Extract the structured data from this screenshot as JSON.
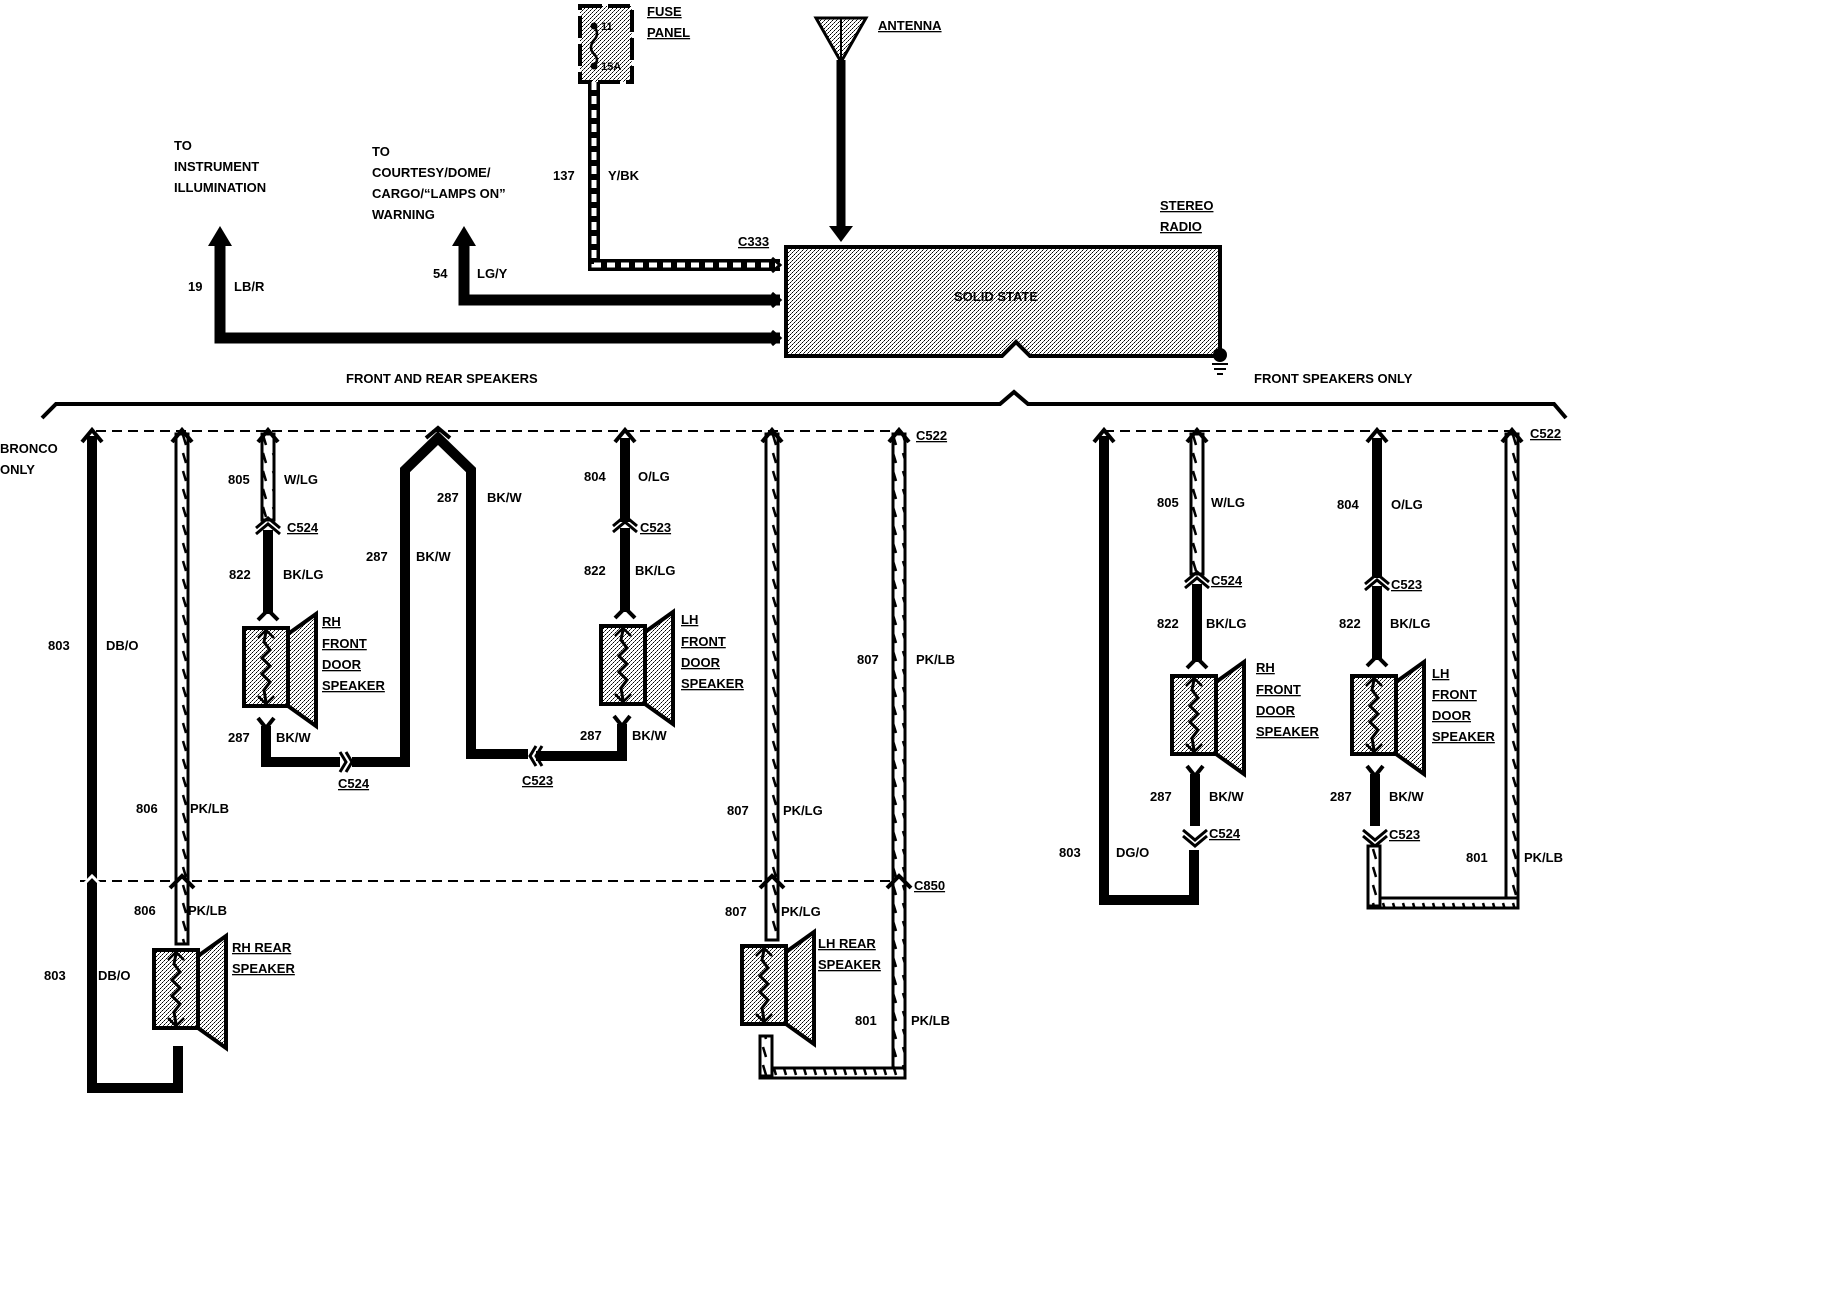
{
  "diagram": {
    "title": "Stereo Radio Wiring Diagram",
    "fuse_panel": {
      "label_line1": "FUSE",
      "label_line2": "PANEL",
      "fuse_number": "11",
      "fuse_rating": "15A"
    },
    "antenna": {
      "label": "ANTENNA"
    },
    "radio": {
      "label_line1": "STEREO",
      "label_line2": "RADIO",
      "inner_label": "SOLID STATE",
      "connector": "C333"
    },
    "destinations": {
      "instrument": {
        "line1": "TO",
        "line2": "INSTRUMENT",
        "line3": "ILLUMINATION"
      },
      "courtesy": {
        "line1": "TO",
        "line2": "COURTESY/DOME/",
        "line3": "CARGO/“LAMPS ON”",
        "line4": "WARNING"
      }
    },
    "top_wires": [
      {
        "circuit": "137",
        "color": "Y/BK"
      },
      {
        "circuit": "54",
        "color": "LG/Y"
      },
      {
        "circuit": "19",
        "color": "LB/R"
      }
    ],
    "sections": {
      "front_rear": "FRONT AND REAR SPEAKERS",
      "front_only": "FRONT SPEAKERS ONLY",
      "bronco_line1": "BRONCO",
      "bronco_line2": "ONLY"
    },
    "front_rear_wires": {
      "w803a": {
        "circuit": "803",
        "color": "DB/O"
      },
      "w806a": {
        "circuit": "806",
        "color": "PK/LB"
      },
      "w805": {
        "circuit": "805",
        "color": "W/LG"
      },
      "w822rh": {
        "circuit": "822",
        "color": "BK/LG"
      },
      "w287rh": {
        "circuit": "287",
        "color": "BK/W"
      },
      "w287up": {
        "circuit": "287",
        "color": "BK/W"
      },
      "w287dn": {
        "circuit": "287",
        "color": "BK/W"
      },
      "w804": {
        "circuit": "804",
        "color": "O/LG"
      },
      "w822lh": {
        "circuit": "822",
        "color": "BK/LG"
      },
      "w287lh": {
        "circuit": "287",
        "color": "BK/W"
      },
      "w807a": {
        "circuit": "807",
        "color": "PK/LG"
      },
      "w807lb": {
        "circuit": "807",
        "color": "PK/LB"
      },
      "w803b": {
        "circuit": "803",
        "color": "DB/O"
      },
      "w806b": {
        "circuit": "806",
        "color": "PK/LB"
      },
      "w807b": {
        "circuit": "807",
        "color": "PK/LG"
      },
      "w801": {
        "circuit": "801",
        "color": "PK/LB"
      }
    },
    "front_only_wires": {
      "w805": {
        "circuit": "805",
        "color": "W/LG"
      },
      "w822rh": {
        "circuit": "822",
        "color": "BK/LG"
      },
      "w287rh": {
        "circuit": "287",
        "color": "BK/W"
      },
      "w804": {
        "circuit": "804",
        "color": "O/LG"
      },
      "w822lh": {
        "circuit": "822",
        "color": "BK/LG"
      },
      "w287lh": {
        "circuit": "287",
        "color": "BK/W"
      },
      "w803": {
        "circuit": "803",
        "color": "DG/O"
      },
      "w801": {
        "circuit": "801",
        "color": "PK/LB"
      },
      "pklb_label": "PK/LB"
    },
    "connectors": {
      "c522": "C522",
      "c524": "C524",
      "c523": "C523",
      "c850": "C850"
    },
    "speakers": {
      "rh_front": {
        "line1": "RH",
        "line2": "FRONT",
        "line3": "DOOR",
        "line4": "SPEAKER"
      },
      "lh_front": {
        "line1": "LH",
        "line2": "FRONT",
        "line3": "DOOR",
        "line4": "SPEAKER"
      },
      "rh_rear": {
        "line1": "RH REAR",
        "line2": "SPEAKER"
      },
      "lh_rear": {
        "line1": "LH REAR",
        "line2": "SPEAKER"
      }
    }
  }
}
